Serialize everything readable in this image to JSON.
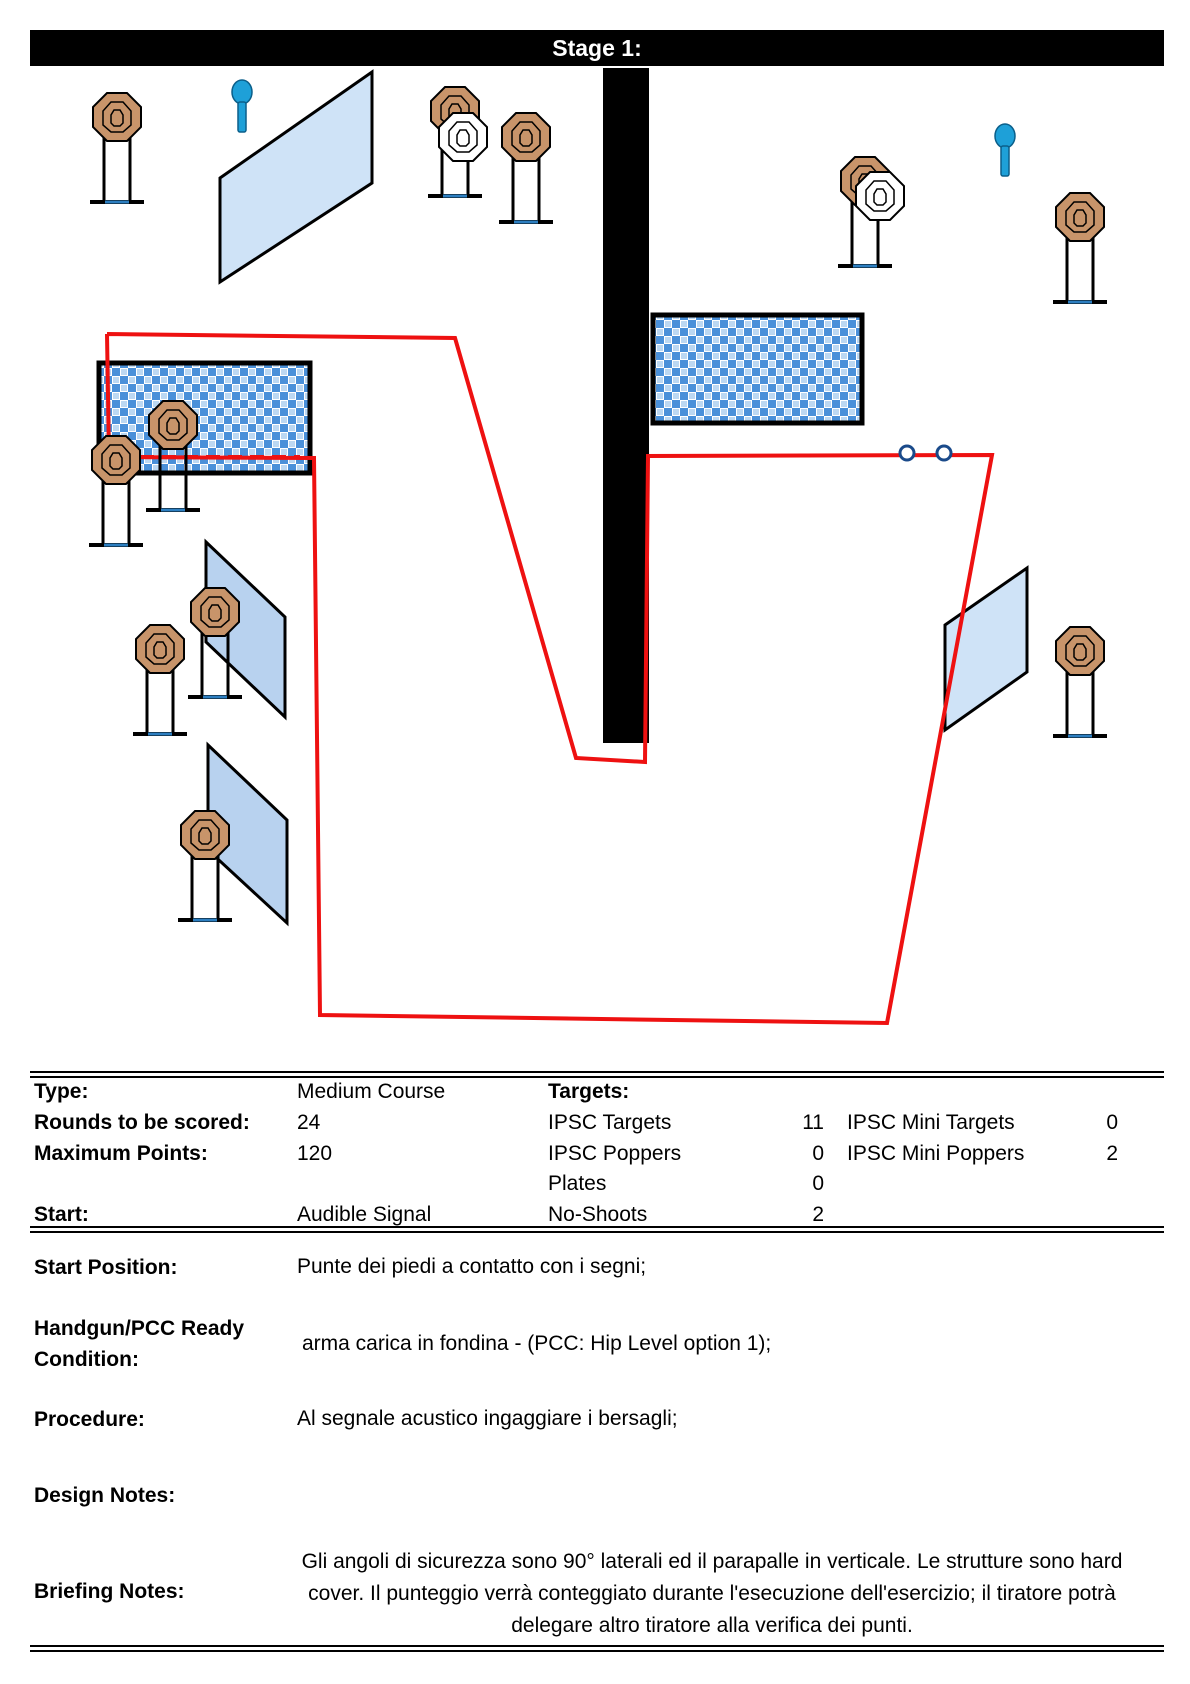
{
  "stage": {
    "title": "Stage 1:"
  },
  "info": {
    "type_label": "Type:",
    "type_value": "Medium Course",
    "rounds_label": "Rounds to be scored:",
    "rounds_value": "24",
    "points_label": "Maximum Points:",
    "points_value": "120",
    "start_label": "Start:",
    "start_value": "Audible Signal"
  },
  "targets": {
    "header": "Targets:",
    "items": [
      {
        "label": "IPSC Targets",
        "count": "11"
      },
      {
        "label": "IPSC Poppers",
        "count": "0"
      },
      {
        "label": "Plates",
        "count": "0"
      },
      {
        "label": "No-Shoots",
        "count": "2"
      }
    ],
    "mini": [
      {
        "label": "IPSC Mini Targets",
        "count": "0"
      },
      {
        "label": "IPSC Mini Poppers",
        "count": "2"
      }
    ]
  },
  "details": {
    "start_position_label": "Start Position:",
    "start_position_value": "Punte dei piedi a contatto con i segni;",
    "ready_label_line1": "Handgun/PCC Ready",
    "ready_label_line2": "Condition:",
    "ready_value": "arma carica in fondina - (PCC: Hip Level option 1);",
    "procedure_label": "Procedure:",
    "procedure_value": "Al segnale acustico ingaggiare i bersagli;",
    "design_label": "Design Notes:",
    "briefing_label": "Briefing Notes:",
    "briefing_value": "Gli angoli di sicurezza sono 90° laterali ed il parapalle in verticale. Le strutture sono hard cover. Il punteggio verrà conteggiato durante l'esecuzione dell'esercizio; il tiratore potrà delegare altro tiratore alla verifica  dei punti."
  },
  "colors": {
    "fault_line": "#ee1111",
    "target": "#c8946a",
    "no_shoot": "#ffffff",
    "glass": "#cfe3f7",
    "popper": "#1ea0d8",
    "wall": "#000000"
  }
}
